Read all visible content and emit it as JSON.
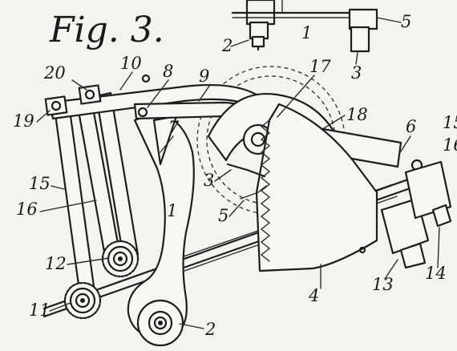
{
  "figure": {
    "title": "Fig. 3.",
    "labels": {
      "l1_top": "1",
      "l2_top": "2",
      "l3_top": "3",
      "l5_top": "5",
      "l20": "20",
      "l10": "10",
      "l8": "8",
      "l9": "9",
      "l17": "17",
      "l18": "18",
      "l19": "19",
      "l7": "7",
      "l6": "6",
      "l15_right": "15",
      "l16_right": "16",
      "l15_left": "15",
      "l16_left": "16",
      "l3_mid": "3",
      "l5_mid": "5",
      "l1_mid": "1",
      "l12": "12",
      "l11": "11",
      "l2_bottom": "2",
      "l4": "4",
      "l13": "13",
      "l14": "14"
    }
  }
}
